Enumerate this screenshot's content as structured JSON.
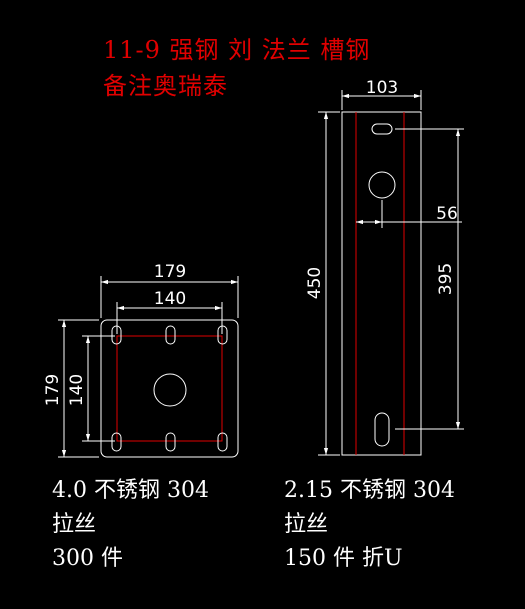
{
  "title": {
    "line1": "11-9 强钢 刘 法兰 槽钢",
    "line2": "备注奥瑞泰"
  },
  "flange": {
    "dims": {
      "outer_width": "179",
      "hole_spacing_width": "140",
      "outer_height": "179",
      "hole_spacing_height": "140"
    },
    "notes": [
      "4.0 不锈钢 304",
      "拉丝",
      "300 件"
    ]
  },
  "channel": {
    "dims": {
      "width": "103",
      "length": "450",
      "offset": "56",
      "hole_spacing": "395"
    },
    "notes": [
      "2.15 不锈钢 304",
      "拉丝",
      "150 件 折U"
    ]
  },
  "colors": {
    "outline": "#ffffff",
    "centerline": "#e00000",
    "title": "#e00000",
    "background": "#000000"
  }
}
